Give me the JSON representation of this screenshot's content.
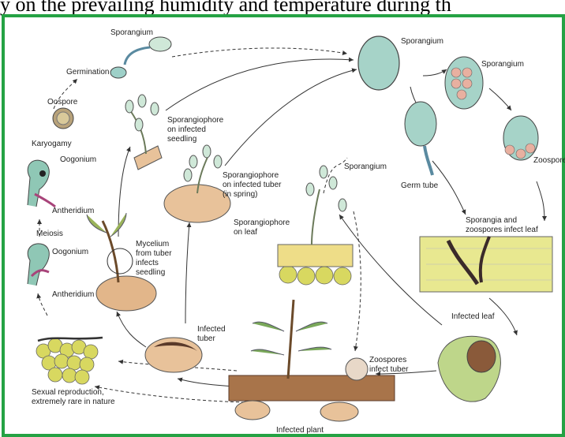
{
  "header_text": "y on the prevailing humidity and temperature during th",
  "frame_color": "#25a244",
  "labels": {
    "sporangium_top": "Sporangium",
    "germination": "Germination",
    "oospore": "Oospore",
    "karyogamy": "Karyogamy",
    "oogonium_1": "Oogonium",
    "antheridium_1": "Antheridium",
    "meiosis": "Meiosis",
    "oogonium_2": "Oogonium",
    "antheridium_2": "Antheridium",
    "sexual_1": "Sexual reproduction,",
    "sexual_2": "extremely rare in nature",
    "mycelium_1": "Mycelium",
    "mycelium_2": "from tuber",
    "mycelium_3": "infects",
    "mycelium_4": "seedling",
    "infected_tuber_1": "Infected",
    "infected_tuber_2": "tuber",
    "spgph_seedling_1": "Sporangiophore",
    "spgph_seedling_2": "on infected",
    "spgph_seedling_3": "seedling",
    "spgph_tuber_1": "Sporangiophore",
    "spgph_tuber_2": "on infected tuber",
    "spgph_tuber_3": "(in spring)",
    "sporangium_mid": "Sporangium",
    "spgph_leaf_1": "Sporangiophore",
    "spgph_leaf_2": "on leaf",
    "sporangium_right1": "Sporangium",
    "sporangium_right2": "Sporangium",
    "germ_tube": "Germ tube",
    "zoospores": "Zoospores",
    "sporangia_infect_1": "Sporangia and",
    "sporangia_infect_2": "zoospores infect leaf",
    "infected_leaf": "Infected leaf",
    "zoospores_tuber_1": "Zoospores",
    "zoospores_tuber_2": "infect tuber",
    "infected_plant": "Infected plant"
  }
}
